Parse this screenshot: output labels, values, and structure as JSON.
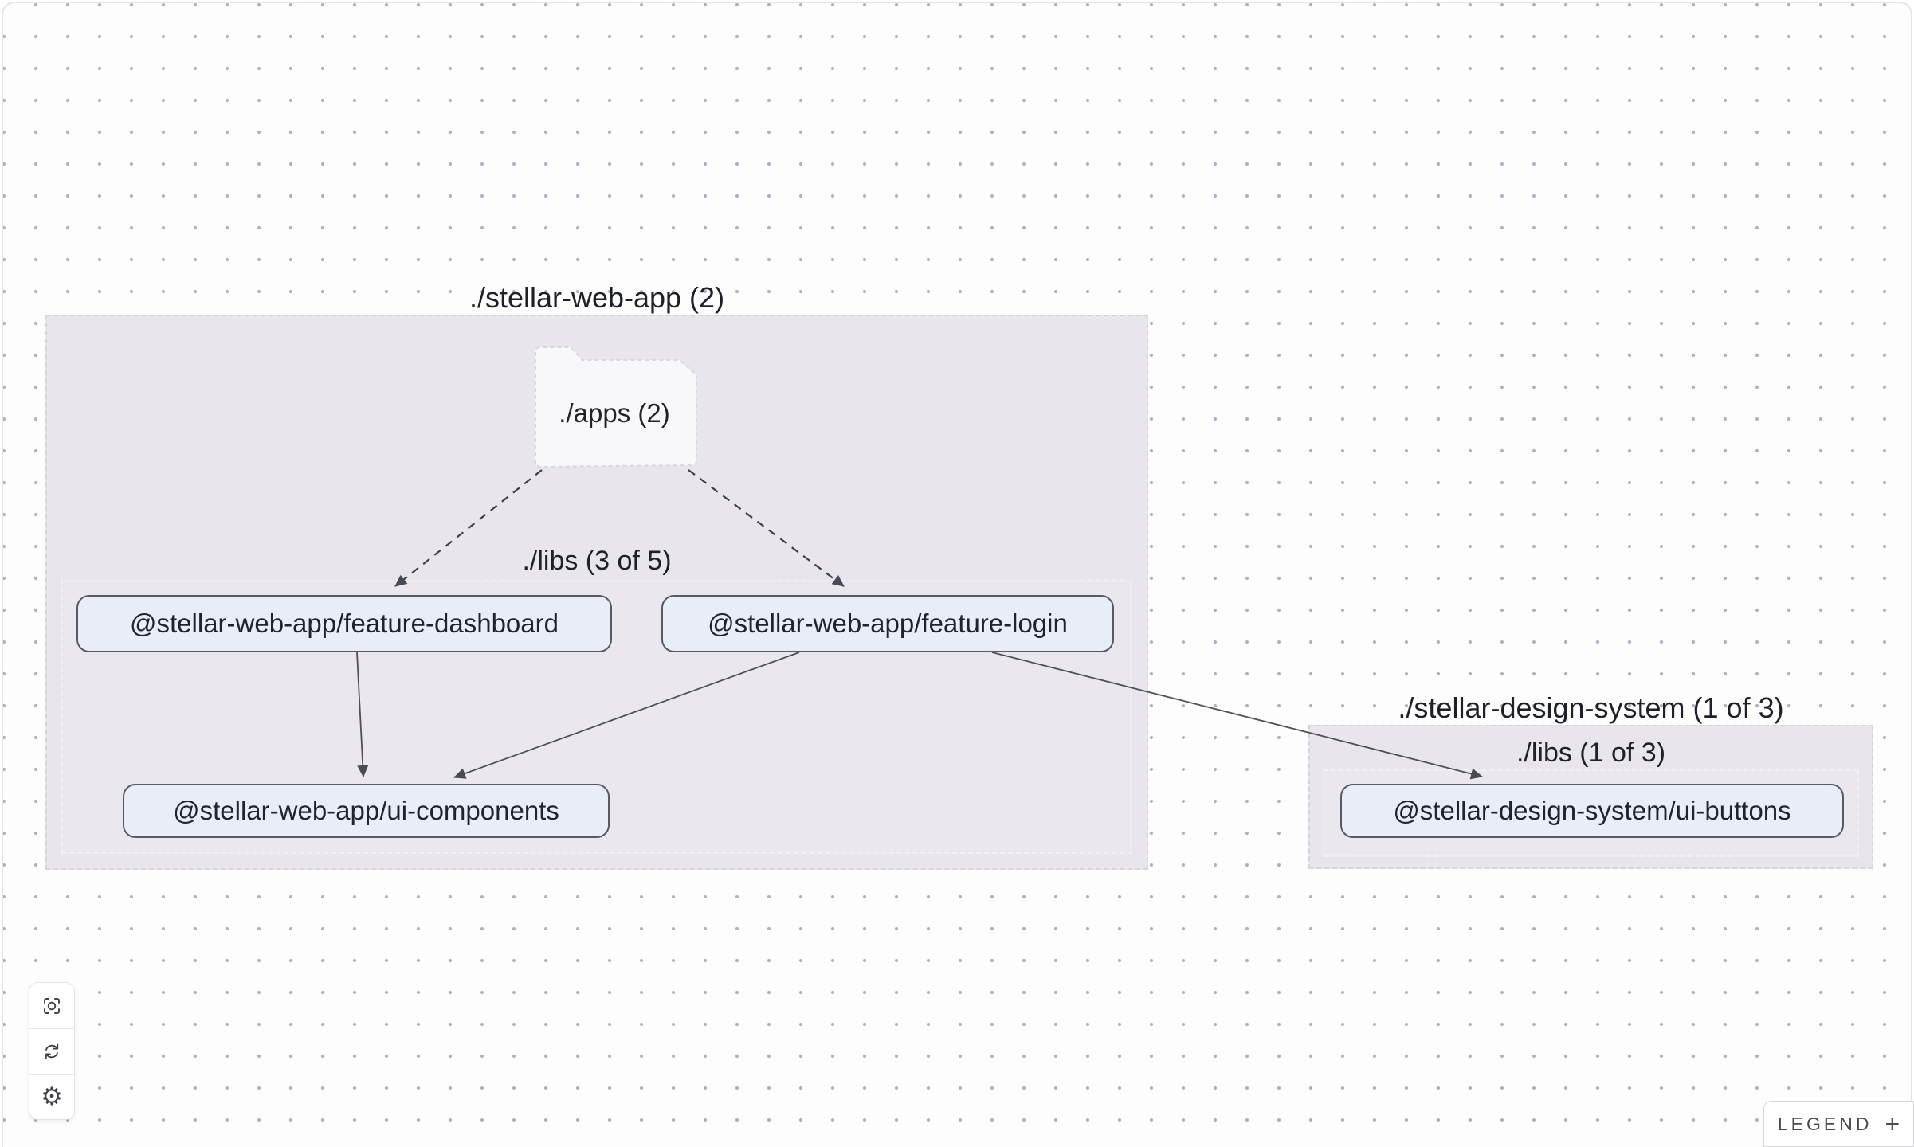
{
  "groups": [
    {
      "label": "./stellar-web-app (2)"
    },
    {
      "label": "./stellar-design-system (1 of 3)"
    }
  ],
  "subgroups": [
    {
      "label": "./libs (3 of 5)"
    },
    {
      "label": "./libs (1 of 3)"
    }
  ],
  "folder_node": {
    "label": "./apps (2)",
    "icon": "folder-icon"
  },
  "nodes": [
    {
      "label": "@stellar-web-app/feature-dashboard"
    },
    {
      "label": "@stellar-web-app/feature-login"
    },
    {
      "label": "@stellar-web-app/ui-components"
    },
    {
      "label": "@stellar-design-system/ui-buttons"
    }
  ],
  "controls": [
    {
      "icon": "focus-center-icon"
    },
    {
      "icon": "refresh-icon"
    },
    {
      "icon": "settings-gear-icon",
      "glyph": "⚙"
    }
  ],
  "legend": {
    "label": "LEGEND",
    "expand_symbol": "+"
  },
  "colors": {
    "canvas_bg": "#fdfdfe",
    "dot": "#a9b0c0",
    "group_bg": "#e8e6ec",
    "node_bg": "#e9edf8",
    "node_border": "#595963",
    "edge": "#50505a",
    "text": "#1d2028"
  }
}
